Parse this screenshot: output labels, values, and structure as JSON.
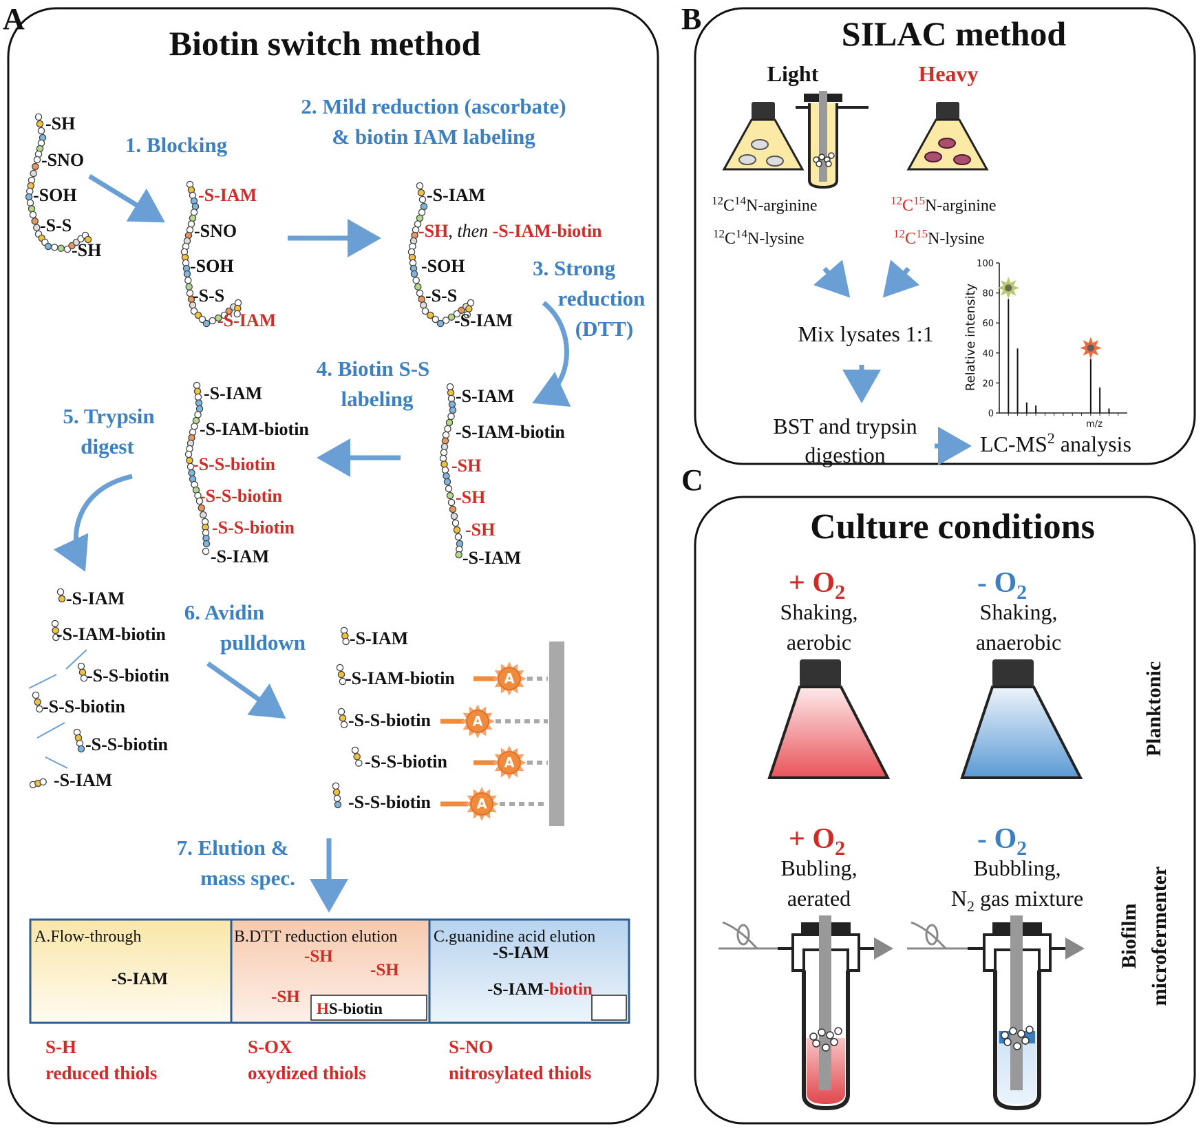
{
  "panel_letters": {
    "a": "A",
    "b": "B",
    "c": "C"
  },
  "panel_a": {
    "title": "Biotin switch method",
    "steps": {
      "s1": "1. Blocking",
      "s2_l1": "2. Mild  reduction (ascorbate)",
      "s2_l2": "& biotin IAM labeling",
      "s3_l1": "3. Strong",
      "s3_l2": "reduction",
      "s3_l3": "(DTT)",
      "s4_l1": "4. Biotin S-S",
      "s4_l2": "labeling",
      "s5_l1": "5. Trypsin",
      "s5_l2": "digest",
      "s6_l1": "6. Avidin",
      "s6_l2": "pulldown",
      "s7_l1": "7. Elution &",
      "s7_l2": "mass spec."
    },
    "chain1": [
      "-SH",
      "-SNO",
      "-SOH",
      "-S-S",
      "-SH"
    ],
    "chain2": [
      "-S-IAM",
      "-SNO",
      "-SOH",
      "-S-S",
      "-S-IAM"
    ],
    "chain3": {
      "l1": "-S-IAM",
      "l2a": "-SH",
      "l2b": ", ",
      "l2c": "then",
      "l2d": " -S-IAM-biotin",
      "l3": "-SOH",
      "l4": "-S-S",
      "l5": "-S-IAM"
    },
    "chain4": [
      "-S-IAM",
      "-S-IAM-biotin",
      "-SH",
      "-SH",
      "-SH",
      "-S-IAM"
    ],
    "chain5": [
      "-S-IAM",
      "-S-IAM-biotin",
      "-S-S-biotin",
      "-S-S-biotin",
      "-S-S-biotin",
      "-S-IAM"
    ],
    "fragments": [
      "-S-IAM",
      "-S-IAM-biotin",
      "-S-S-biotin",
      "-S-S-biotin",
      "-S-S-biotin",
      "-S-IAM"
    ],
    "pulldown": [
      "-S-IAM",
      "-S-IAM-biotin",
      "-S-S-biotin",
      "-S-S-biotin",
      "-S-S-biotin"
    ],
    "avidin_letter": "A",
    "elution": {
      "box_a": {
        "title": "A.Flow-through",
        "label": "-S-IAM"
      },
      "box_b": {
        "title": "B.DTT reduction elution",
        "sh1": "-SH",
        "sh2": "-SH",
        "sh3": "-SH",
        "hs_h": "H",
        "hs_rest": "S-biotin"
      },
      "box_c": {
        "title": "C.guanidine acid elution",
        "l1": "-S-IAM",
        "l2a": "-S-IAM-",
        "l2b": "biotin"
      }
    },
    "categories": [
      {
        "code": "S-H",
        "desc": "reduced thiols"
      },
      {
        "code": "S-OX",
        "desc": "oxydized thiols"
      },
      {
        "code": "S-NO",
        "desc": "nitrosylated thiols"
      }
    ]
  },
  "panel_b": {
    "title": "SILAC method",
    "light": "Light",
    "heavy": "Heavy",
    "light_labels": {
      "r1_a": "12",
      "r1_b": "C",
      "r1_c": "14",
      "r1_d": "N-arginine",
      "r2_a": "12",
      "r2_b": "C",
      "r2_c": "14",
      "r2_d": "N-lysine"
    },
    "heavy_labels": {
      "r1_a": "12",
      "r1_b": "C",
      "r1_c": "15",
      "r1_d": "N-arginine",
      "r2_a": "12",
      "r2_b": "C",
      "r2_c": "15",
      "r2_d": "N-lysine"
    },
    "mix": "Mix lysates 1:1",
    "bst_l1": "BST and trypsin",
    "bst_l2": "digestion",
    "lcms_a": "LC-MS",
    "lcms_b": "2",
    "lcms_c": " analysis",
    "chart_data": {
      "type": "bar",
      "ylabel": "Relative intensity",
      "xlabel": "m/z",
      "ylim": [
        0,
        100
      ],
      "yticks": [
        0,
        20,
        40,
        60,
        80,
        100
      ],
      "peaks": [
        {
          "x": 1,
          "y": 76
        },
        {
          "x": 2,
          "y": 43
        },
        {
          "x": 3,
          "y": 7
        },
        {
          "x": 4,
          "y": 5
        },
        {
          "x": 10,
          "y": 36
        },
        {
          "x": 11,
          "y": 17
        },
        {
          "x": 12,
          "y": 3
        }
      ]
    }
  },
  "panel_c": {
    "title": "Culture conditions",
    "plus_o2": {
      "sign": "+ O",
      "sub": "2"
    },
    "minus_o2": {
      "sign": "- O",
      "sub": "2"
    },
    "plank_left": {
      "l1": "Shaking,",
      "l2": "aerobic"
    },
    "plank_right": {
      "l1": "Shaking,",
      "l2": "anaerobic"
    },
    "bio_left": {
      "l1": "Bubling,",
      "l2": "aerated"
    },
    "bio_right": {
      "l1": "Bubbling,",
      "l2a": "N",
      "l2b": "2",
      "l2c": " gas mixture"
    },
    "side_planktonic": "Planktonic",
    "side_biofilm_l1": "Biofilm",
    "side_biofilm_l2": "microfermenter"
  },
  "colors": {
    "step_blue": "#3c80c4",
    "label_red": "#d42a26",
    "box_border": "#2b5f93",
    "panel_border": "#111111"
  }
}
